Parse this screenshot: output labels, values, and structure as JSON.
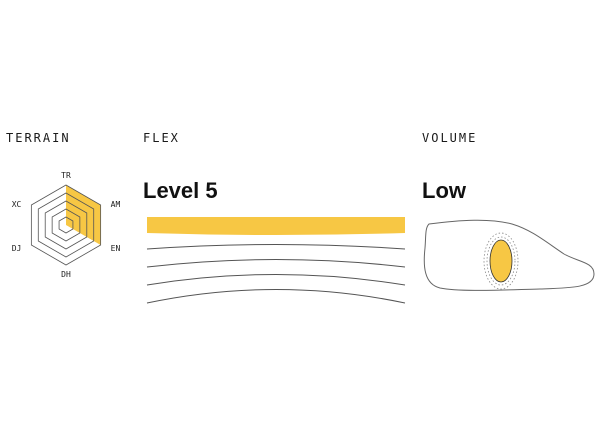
{
  "colors": {
    "accent": "#F7C744",
    "line": "#555555"
  },
  "terrain": {
    "heading": "TERRAIN",
    "axes": [
      "TR",
      "AM",
      "EN",
      "DH",
      "DJ",
      "XC"
    ],
    "levels": 5,
    "ratings": {
      "TR": 5,
      "AM": 5,
      "EN": 5,
      "DH": 0,
      "DJ": 0,
      "XC": 0
    }
  },
  "flex": {
    "heading": "FLEX",
    "value": "Level 5",
    "level": 5,
    "levels": 5
  },
  "volume": {
    "heading": "VOLUME",
    "value": "Low",
    "icon": "shoe-volume-icon"
  }
}
